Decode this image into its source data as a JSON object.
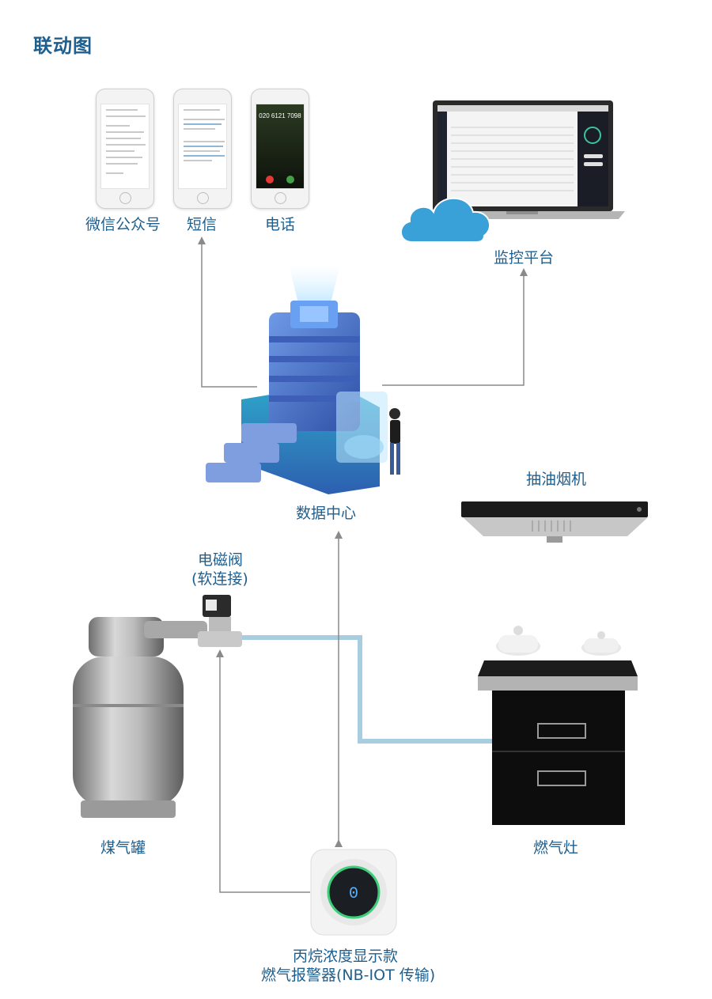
{
  "title": "联动图",
  "labels": {
    "wechat": "微信公众号",
    "sms": "短信",
    "phone": "电话",
    "platform": "监控平台",
    "datacenter": "数据中心",
    "hood": "抽油烟机",
    "valve_line1": "电磁阀",
    "valve_line2": "(软连接)",
    "tank": "煤气罐",
    "stove": "燃气灶",
    "detector_line1": "丙烷浓度显示款",
    "detector_line2": "燃气报警器(NB-IOT 传输)"
  },
  "phone_call": {
    "number": "020 6121 7098"
  },
  "detector": {
    "display": "0"
  },
  "colors": {
    "text": "#1f5f8e",
    "arrow": "#8a8a8a",
    "gas_pipe": "#a9cde0",
    "cloud": "#3aa0d8",
    "building": "#4d77c9"
  },
  "icons": [
    "wechat-phone-icon",
    "sms-phone-icon",
    "call-phone-icon",
    "laptop-icon",
    "cloud-icon",
    "data-center-icon",
    "range-hood-icon",
    "gas-tank-icon",
    "solenoid-valve-icon",
    "gas-stove-icon",
    "gas-detector-icon"
  ]
}
